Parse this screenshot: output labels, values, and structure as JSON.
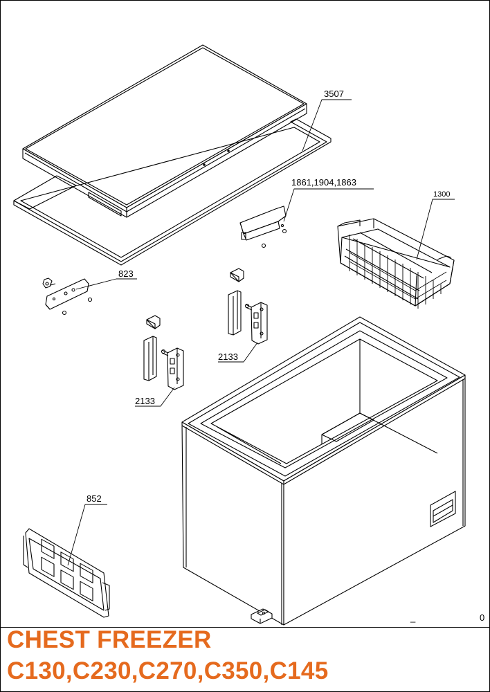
{
  "callouts": {
    "lid": "3507",
    "handle": "1861,1904,1863",
    "basket": "1300",
    "lock": "823",
    "hinge_right": "2133",
    "hinge_left": "2133",
    "divider": "852"
  },
  "title": {
    "line1": "CHEST FREEZER",
    "line2": "C130,C230,C270,C350,C145"
  },
  "footer": {
    "mark": "_",
    "page_num": "0"
  },
  "colors": {
    "title": "#e56a1e",
    "line": "#000000"
  }
}
